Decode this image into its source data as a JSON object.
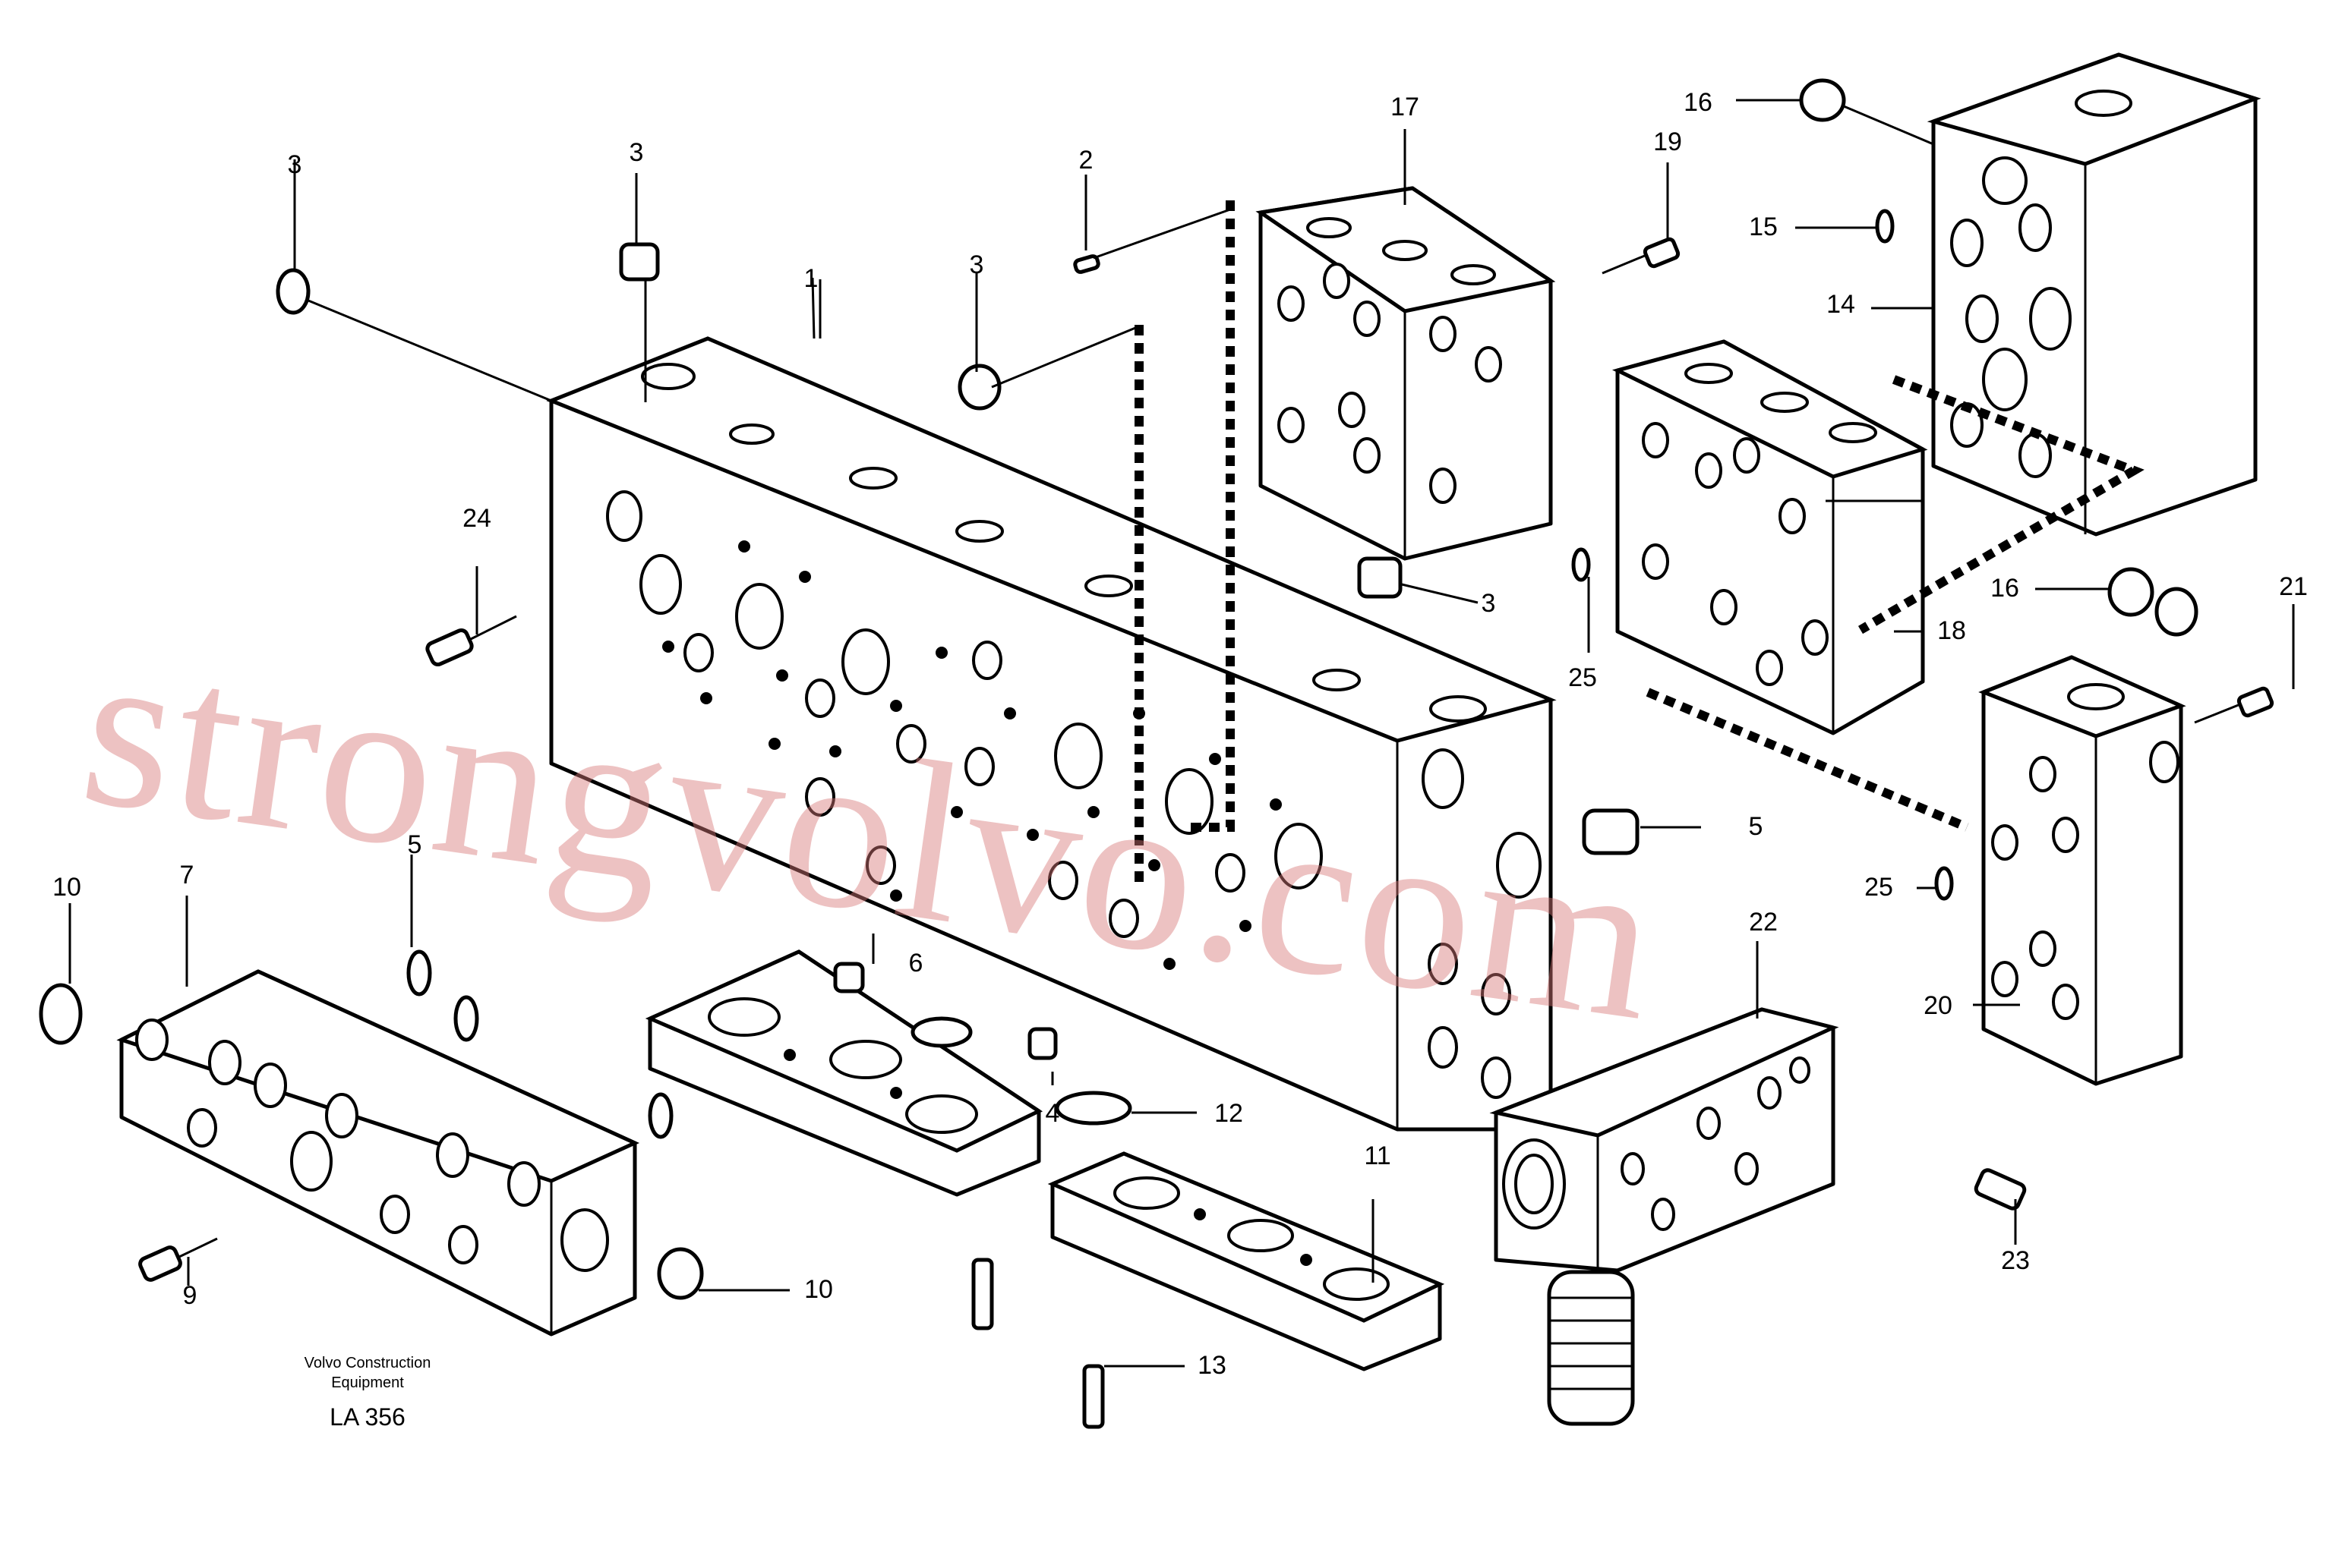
{
  "figure": {
    "caption_line1": "Volvo Construction",
    "caption_line2": "Equipment",
    "code": "LA 356",
    "watermark": "strongvolvo.com"
  },
  "callouts": [
    {
      "id": "c1",
      "label": "1"
    },
    {
      "id": "c2",
      "label": "2"
    },
    {
      "id": "c3a",
      "label": "3"
    },
    {
      "id": "c3b",
      "label": "3"
    },
    {
      "id": "c3c",
      "label": "3"
    },
    {
      "id": "c3d",
      "label": "3"
    },
    {
      "id": "c4",
      "label": "4"
    },
    {
      "id": "c5a",
      "label": "5"
    },
    {
      "id": "c5b",
      "label": "5"
    },
    {
      "id": "c6",
      "label": "6"
    },
    {
      "id": "c7",
      "label": "7"
    },
    {
      "id": "c9",
      "label": "9"
    },
    {
      "id": "c10a",
      "label": "10"
    },
    {
      "id": "c10b",
      "label": "10"
    },
    {
      "id": "c11",
      "label": "11"
    },
    {
      "id": "c12",
      "label": "12"
    },
    {
      "id": "c13",
      "label": "13"
    },
    {
      "id": "c14",
      "label": "14"
    },
    {
      "id": "c15",
      "label": "15"
    },
    {
      "id": "c16a",
      "label": "16"
    },
    {
      "id": "c16b",
      "label": "16"
    },
    {
      "id": "c17",
      "label": "17"
    },
    {
      "id": "c18",
      "label": "18"
    },
    {
      "id": "c19",
      "label": "19"
    },
    {
      "id": "c20",
      "label": "20"
    },
    {
      "id": "c21",
      "label": "21"
    },
    {
      "id": "c22",
      "label": "22"
    },
    {
      "id": "c23",
      "label": "23"
    },
    {
      "id": "c24",
      "label": "24"
    },
    {
      "id": "c25a",
      "label": "25"
    },
    {
      "id": "c25b",
      "label": "25"
    }
  ]
}
